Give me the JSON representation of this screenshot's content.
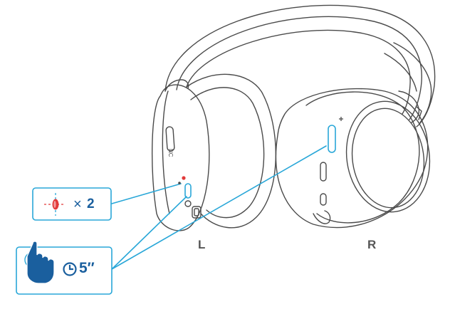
{
  "labels": {
    "left_side": "L",
    "right_side": "R",
    "nc_button": "NC"
  },
  "callouts": {
    "double_press": {
      "times_symbol": "×",
      "count": "2",
      "icon": "led-indicator-icon"
    },
    "long_press": {
      "duration": "5″",
      "icons": [
        "tap-hand-icon",
        "clock-icon"
      ]
    }
  },
  "colors": {
    "line": "#4a4a4a",
    "accent": "#29a7d8",
    "callout_text": "#1a5f9e",
    "led_red": "#e23a3a"
  }
}
